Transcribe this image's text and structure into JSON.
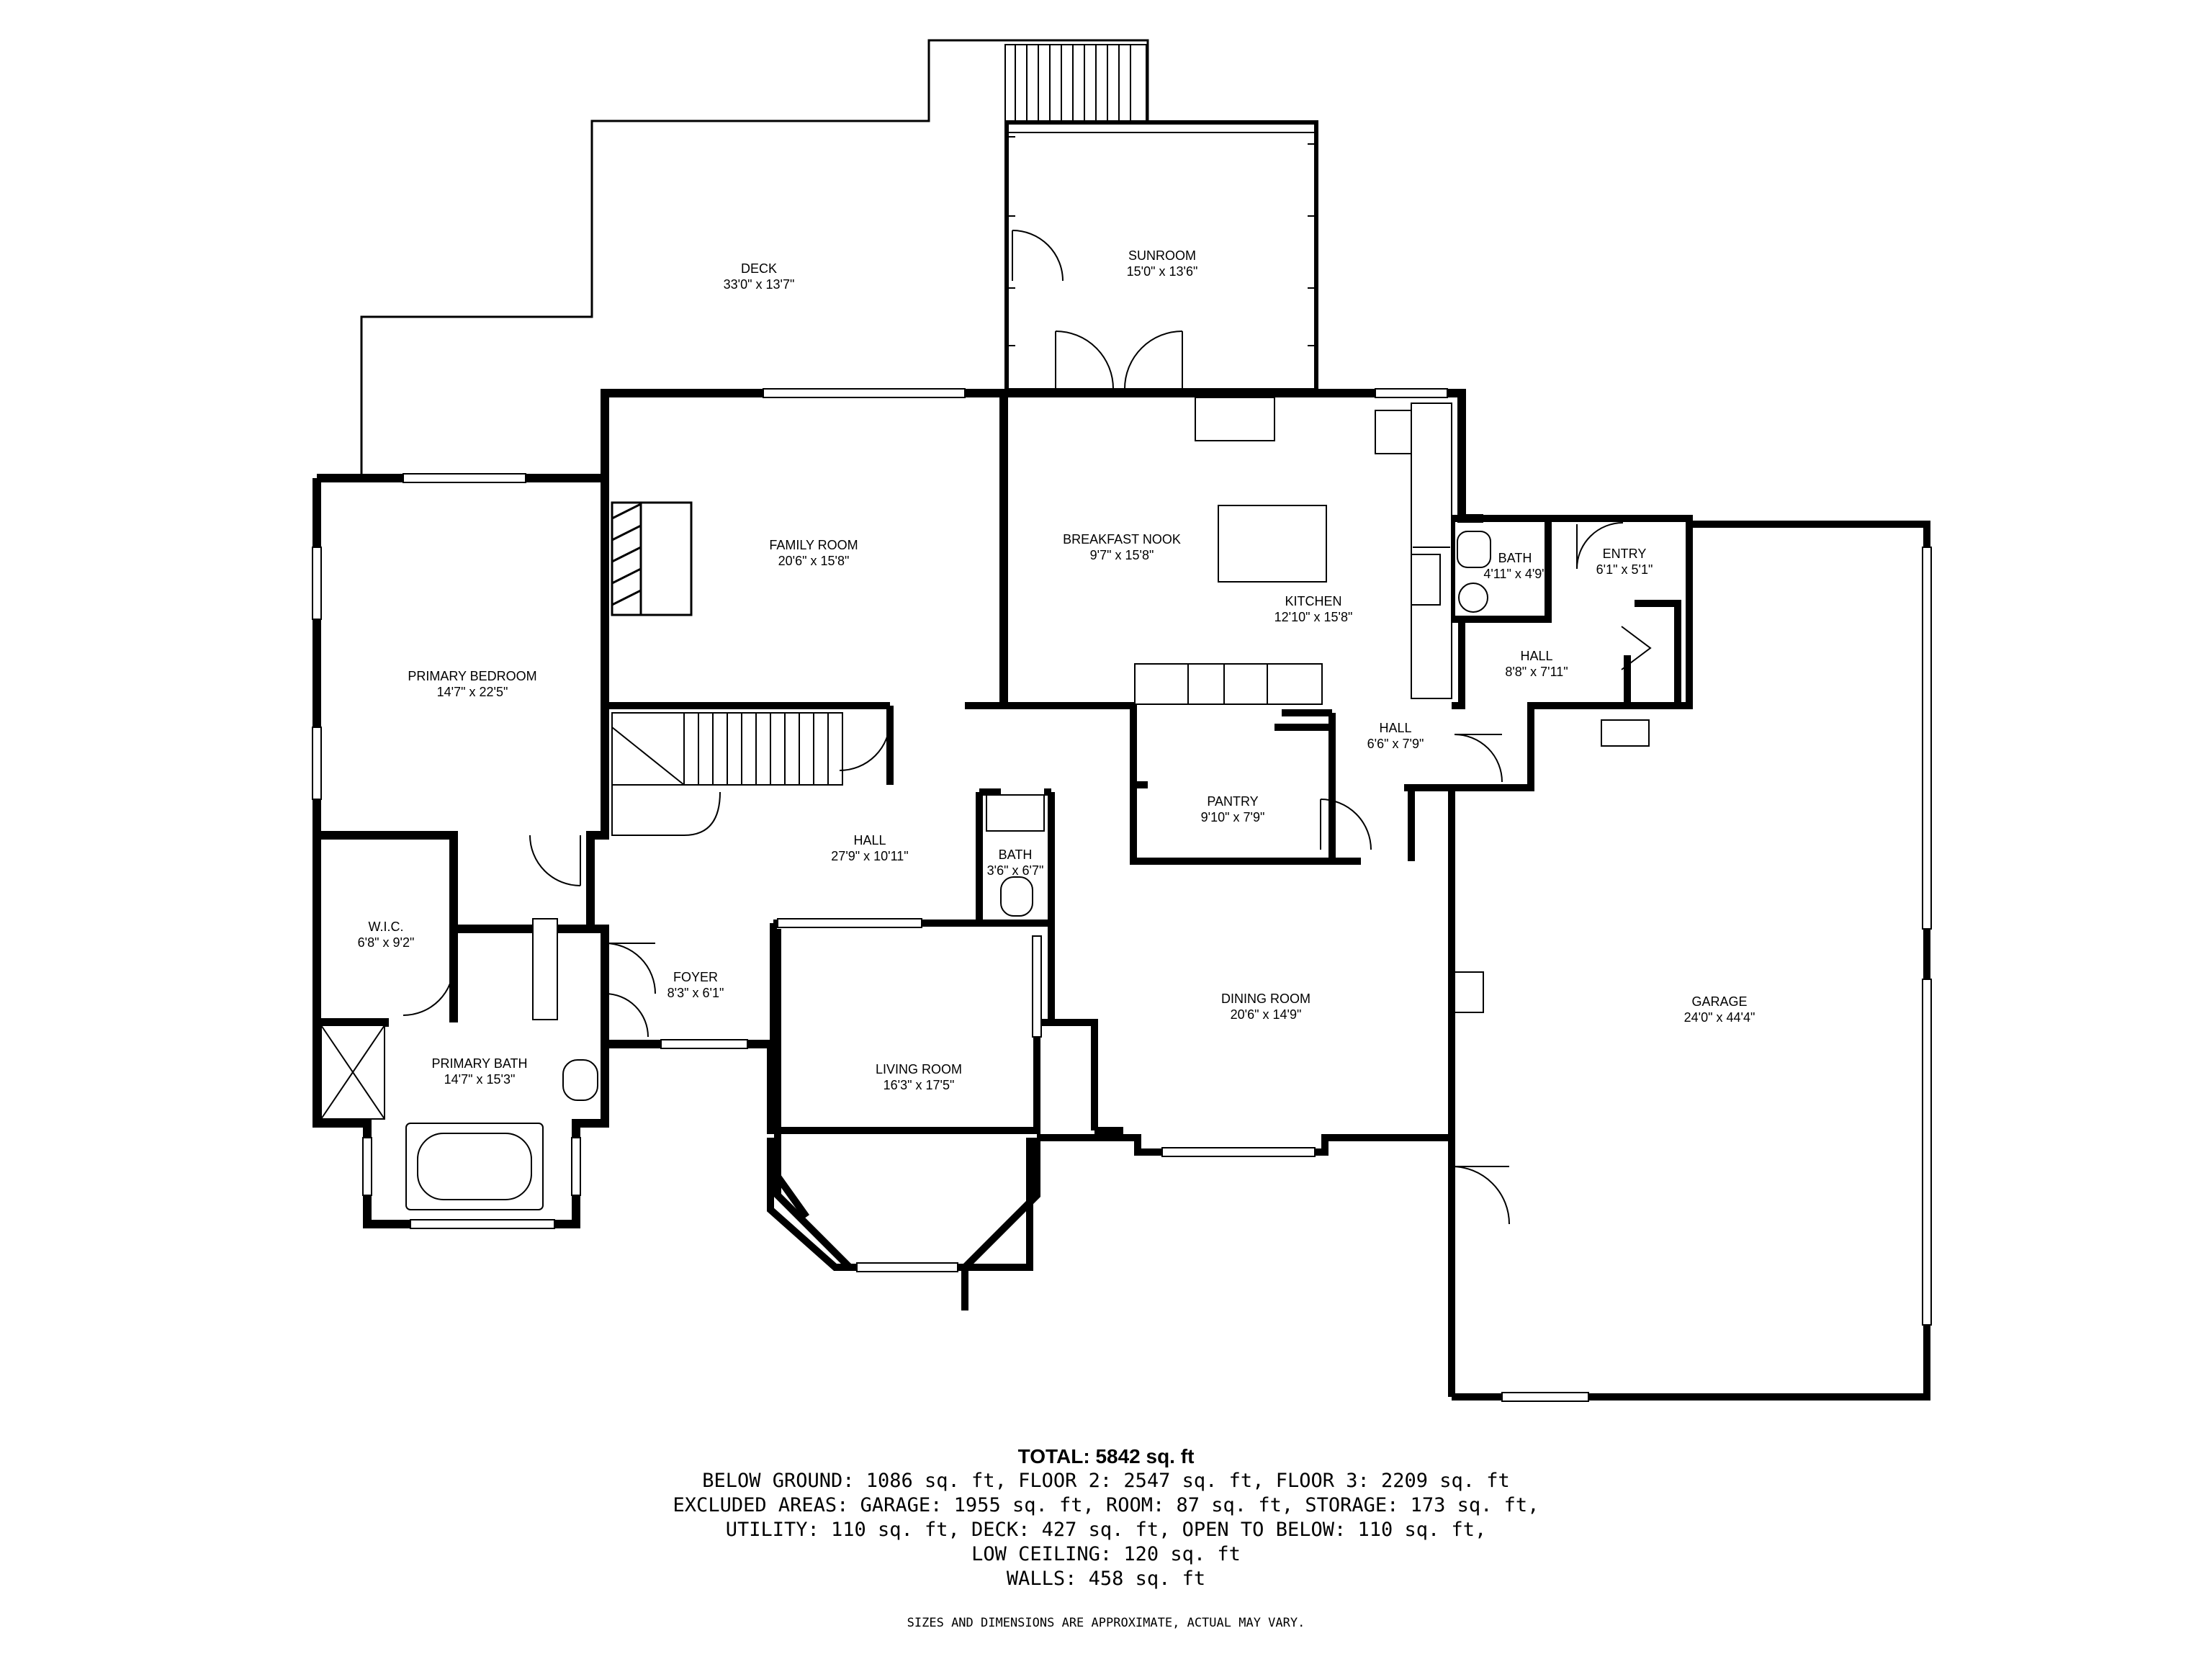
{
  "rooms": {
    "deck": {
      "name": "DECK",
      "dim": "33'0\" x 13'7\""
    },
    "sunroom": {
      "name": "SUNROOM",
      "dim": "15'0\" x 13'6\""
    },
    "family_room": {
      "name": "FAMILY ROOM",
      "dim": "20'6\" x 15'8\""
    },
    "breakfast_nook": {
      "name": "BREAKFAST NOOK",
      "dim": "9'7\" x 15'8\""
    },
    "kitchen": {
      "name": "KITCHEN",
      "dim": "12'10\" x 15'8\""
    },
    "bath_upper": {
      "name": "BATH",
      "dim": "4'11\" x 4'9\""
    },
    "entry": {
      "name": "ENTRY",
      "dim": "6'1\" x 5'1\""
    },
    "hall_east": {
      "name": "HALL",
      "dim": "8'8\" x 7'11\""
    },
    "primary_bedroom": {
      "name": "PRIMARY BEDROOM",
      "dim": "14'7\" x 22'5\""
    },
    "hall_kitchen": {
      "name": "HALL",
      "dim": "6'6\" x 7'9\""
    },
    "pantry": {
      "name": "PANTRY",
      "dim": "9'10\" x 7'9\""
    },
    "hall_main": {
      "name": "HALL",
      "dim": "27'9\" x 10'11\""
    },
    "bath_half": {
      "name": "BATH",
      "dim": "3'6\" x 6'7\""
    },
    "wic": {
      "name": "W.I.C.",
      "dim": "6'8\" x 9'2\""
    },
    "foyer": {
      "name": "FOYER",
      "dim": "8'3\" x 6'1\""
    },
    "dining_room": {
      "name": "DINING ROOM",
      "dim": "20'6\" x 14'9\""
    },
    "garage": {
      "name": "GARAGE",
      "dim": "24'0\" x 44'4\""
    },
    "primary_bath": {
      "name": "PRIMARY BATH",
      "dim": "14'7\" x 15'3\""
    },
    "living_room": {
      "name": "LIVING ROOM",
      "dim": "16'3\" x 17'5\""
    }
  },
  "summary": {
    "total": "TOTAL: 5842 sq. ft",
    "line1": "BELOW GROUND: 1086 sq. ft, FLOOR 2: 2547 sq. ft, FLOOR 3: 2209 sq. ft",
    "line2": "EXCLUDED AREAS: GARAGE: 1955 sq. ft, ROOM: 87 sq. ft, STORAGE: 173 sq. ft,",
    "line3": "UTILITY: 110 sq. ft, DECK: 427 sq. ft, OPEN TO BELOW: 110 sq. ft,",
    "line4": "LOW CEILING: 120 sq. ft",
    "line5": "WALLS: 458 sq. ft"
  },
  "disclaimer": "SIZES AND DIMENSIONS ARE APPROXIMATE, ACTUAL MAY VARY."
}
